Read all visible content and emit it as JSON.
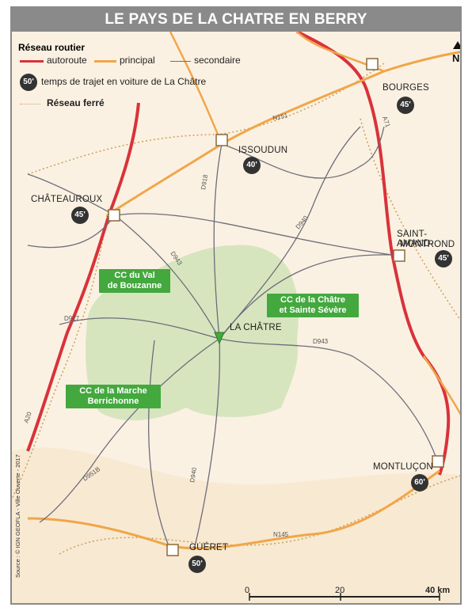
{
  "title": "LE PAYS DE LA CHATRE EN BERRY",
  "legend": {
    "heading": "Réseau routier",
    "autoroute": "autoroute",
    "principal": "principal",
    "secondaire": "secondaire",
    "travel_badge": "50'",
    "travel_text": "temps de trajet en voiture de La Châtre",
    "rail": "Réseau ferré"
  },
  "north": "N",
  "colors": {
    "autoroute": "#d9323a",
    "principal": "#f0a64a",
    "secondaire": "#6d6d7a",
    "rail": "#c9a05a",
    "cc_green": "#43a83e",
    "territory": "#cfe3b7",
    "background": "#fbf1e2"
  },
  "cities": [
    {
      "name": "BOURGES",
      "time": "45'"
    },
    {
      "name": "ISSOUDUN",
      "time": "40'"
    },
    {
      "name": "CHÂTEAUROUX",
      "time": "45'"
    },
    {
      "name": "SAINT-AMAND-",
      "name2": "MONTROND",
      "time": "45'"
    },
    {
      "name": "LA CHÂTRE",
      "time": ""
    },
    {
      "name": "MONTLUÇON",
      "time": "60'"
    },
    {
      "name": "GUÉRET",
      "time": "50'"
    }
  ],
  "communautes": [
    {
      "line1": "CC du Val",
      "line2": "de Bouzanne"
    },
    {
      "line1": "CC de la Châtre",
      "line2": "et Sainte Sévère"
    },
    {
      "line1": "CC de la Marche",
      "line2": "Berrichonne"
    }
  ],
  "road_labels": [
    "N151",
    "A71",
    "D918",
    "D943",
    "D940",
    "D927",
    "D943",
    "D951B",
    "D940",
    "N145",
    "A20"
  ],
  "scale": {
    "min": "0",
    "mid": "20",
    "max": "40 km"
  },
  "source": "Source : © IGN GEOFLA - Ville Ouverte - 2017"
}
